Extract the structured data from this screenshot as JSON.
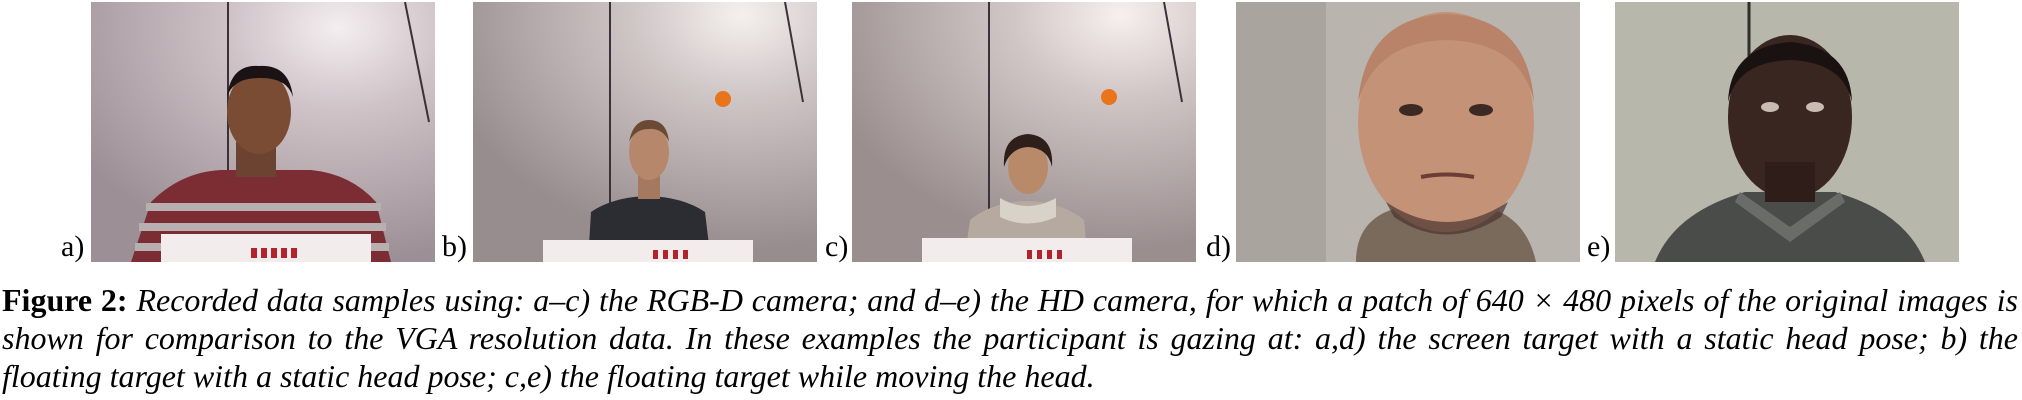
{
  "panels": [
    {
      "label": "a)",
      "subject": "man with striped sweater behind screen target board, screen target"
    },
    {
      "label": "b)",
      "subject": "man in dark t-shirt with orange floating target ball"
    },
    {
      "label": "c)",
      "subject": "woman with scarf, floating target ball"
    },
    {
      "label": "d)",
      "subject": "close-up of bald man face, HD camera"
    },
    {
      "label": "e)",
      "subject": "close-up of man face, HD camera"
    }
  ],
  "caption": {
    "figure_label": "Figure 2:",
    "text": "Recorded data samples using: a–c) the RGB-D camera; and d–e) the HD camera, for which a patch of 640 × 480 pixels of the original images is shown for comparison to the VGA resolution data. In these examples the participant is gazing at: a,d) the screen target with a static head pose; b) the floating target with a static head pose; c,e) the floating target while moving the head."
  },
  "colors": {
    "wall": "#c8bfc3",
    "floating_target": "#e8741c",
    "board": "#f2ecec"
  }
}
